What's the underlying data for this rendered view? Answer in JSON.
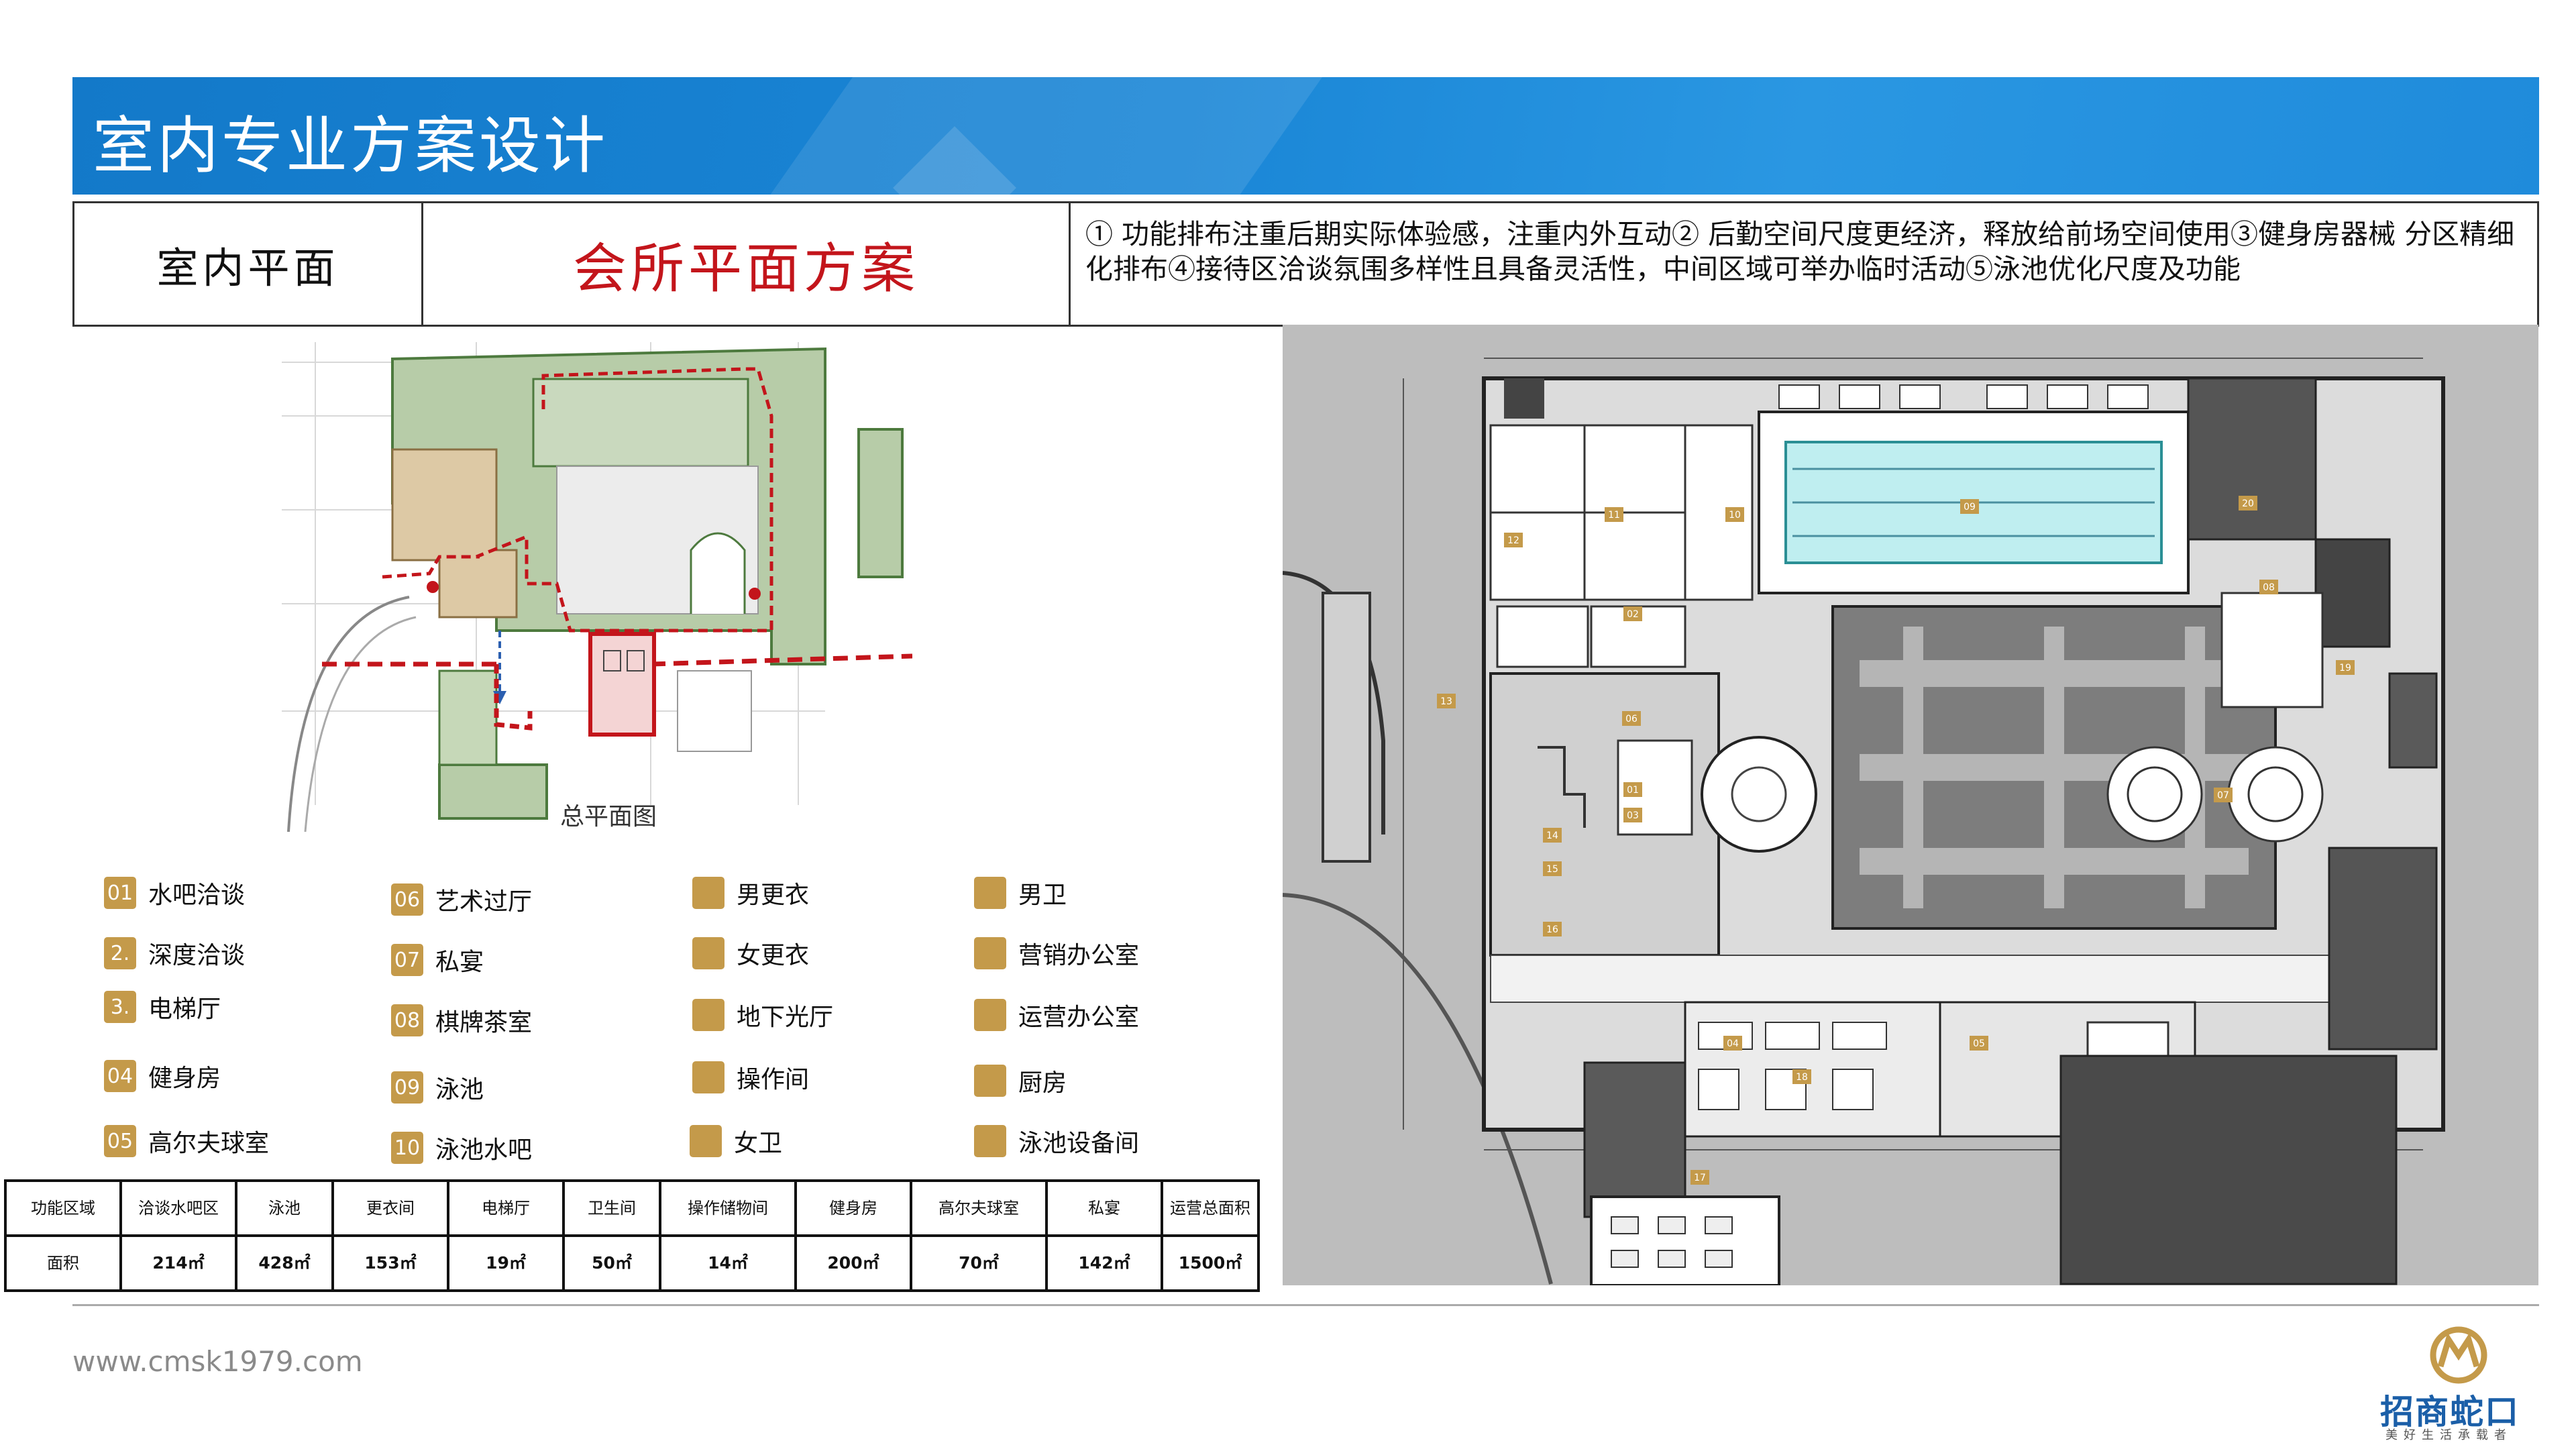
{
  "banner": {
    "title": "室内专业方案设计"
  },
  "header": {
    "section": "室内平面",
    "title": "会所平面方案",
    "description": "① 功能排布注重后期实际体验感，注重内外互动② 后勤空间尺度更经济，释放给前场空间使用③健身房器械 分区精细化排布④接待区洽谈氛围多样性且具备灵活性，中间区域可举办临时活动⑤泳池优化尺度及功能"
  },
  "site_plan": {
    "caption": "总平面图"
  },
  "floor_plan": {
    "labels": [
      "01",
      "02",
      "03",
      "04",
      "05",
      "06",
      "07",
      "08",
      "09",
      "10",
      "11",
      "12",
      "13",
      "14",
      "15",
      "16",
      "17",
      "18",
      "19",
      "20"
    ]
  },
  "legend": [
    {
      "badge": "01",
      "label": "水吧洽谈"
    },
    {
      "badge": "2.",
      "label": "深度洽谈"
    },
    {
      "badge": "3.",
      "label": "电梯厅"
    },
    {
      "badge": "04",
      "label": "健身房"
    },
    {
      "badge": "05",
      "label": "高尔夫球室"
    },
    {
      "badge": "06",
      "label": "艺术过厅"
    },
    {
      "badge": "07",
      "label": "私宴"
    },
    {
      "badge": "08",
      "label": "棋牌茶室"
    },
    {
      "badge": "09",
      "label": "泳池"
    },
    {
      "badge": "10",
      "label": "泳池水吧"
    },
    {
      "badge": "",
      "label": "男更衣"
    },
    {
      "badge": "",
      "label": "女更衣"
    },
    {
      "badge": "",
      "label": "地下光厅"
    },
    {
      "badge": "",
      "label": "操作间"
    },
    {
      "badge": "",
      "label": "女卫"
    },
    {
      "badge": "",
      "label": "男卫"
    },
    {
      "badge": "",
      "label": "营销办公室"
    },
    {
      "badge": "",
      "label": "运营办公室"
    },
    {
      "badge": "",
      "label": "厨房"
    },
    {
      "badge": "",
      "label": "泳池设备间"
    }
  ],
  "area_table": {
    "headers": [
      "功能区域",
      "洽谈水吧区",
      "泳池",
      "更衣间",
      "电梯厅",
      "卫生间",
      "操作储物间",
      "健身房",
      "高尔夫球室",
      "私宴",
      "运营总面积"
    ],
    "row_label": "面积",
    "values": [
      "214㎡",
      "428㎡",
      "153㎡",
      "19㎡",
      "50㎡",
      "14㎡",
      "200㎡",
      "70㎡",
      "142㎡",
      "1500㎡"
    ]
  },
  "footer": {
    "url": "www.cmsk1979.com",
    "logo_text": "招商蛇口",
    "logo_sub": "美好生活承载者"
  },
  "colors": {
    "banner_blue": "#1a86d6",
    "title_red": "#c3151b",
    "badge_gold": "#c49a4a",
    "logo_blue": "#1b5fa8"
  }
}
